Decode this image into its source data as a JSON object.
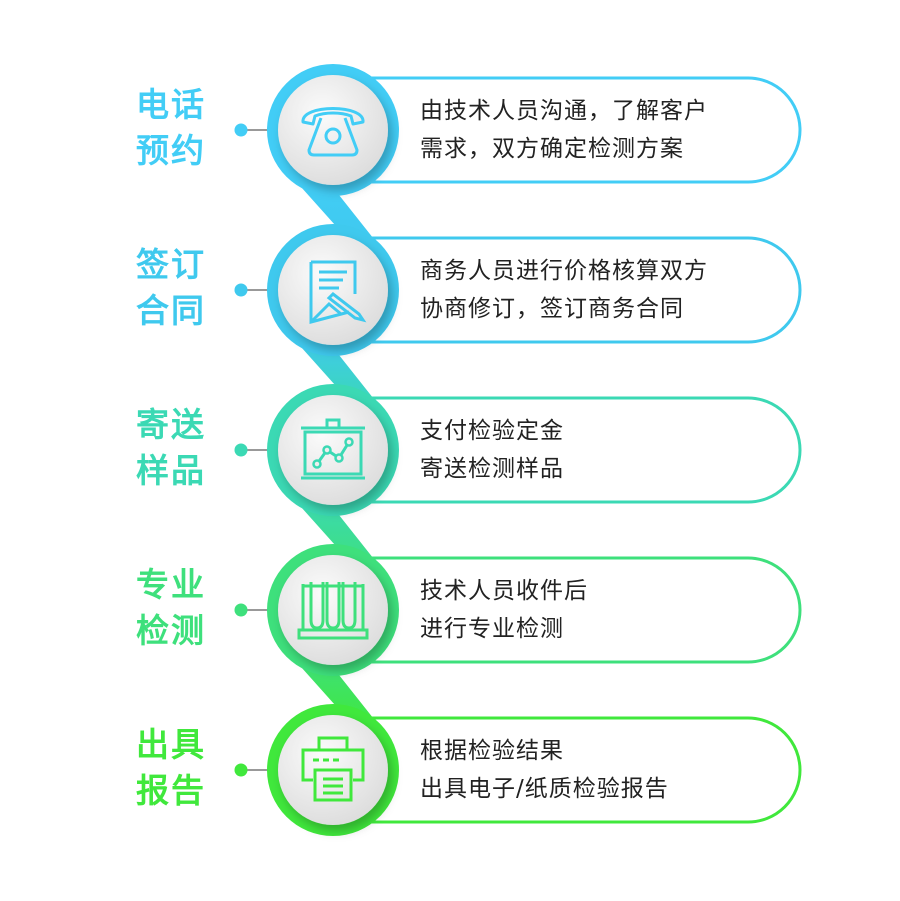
{
  "steps": [
    {
      "title1": "电话",
      "title2": "预约",
      "line1": "由技术人员沟通，了解客户",
      "line2": "需求，双方确定检测方案",
      "icon": "telephone-icon",
      "color": "#42cdf6"
    },
    {
      "title1": "签订",
      "title2": "合同",
      "line1": "商务人员进行价格核算双方",
      "line2": "协商修订，签订商务合同",
      "icon": "contract-icon",
      "color": "#3fc9ee"
    },
    {
      "title1": "寄送",
      "title2": "样品",
      "line1": "支付检验定金",
      "line2": "寄送检测样品",
      "icon": "chart-board-icon",
      "color": "#3bd9b4"
    },
    {
      "title1": "专业",
      "title2": "检测",
      "line1": "技术人员收件后",
      "line2": "进行专业检测",
      "icon": "test-tubes-icon",
      "color": "#3ee07c"
    },
    {
      "title1": "出具",
      "title2": "报告",
      "line1": "根据检验结果",
      "line2": "出具电子/纸质检验报告",
      "icon": "printer-icon",
      "color": "#40e83c"
    }
  ]
}
